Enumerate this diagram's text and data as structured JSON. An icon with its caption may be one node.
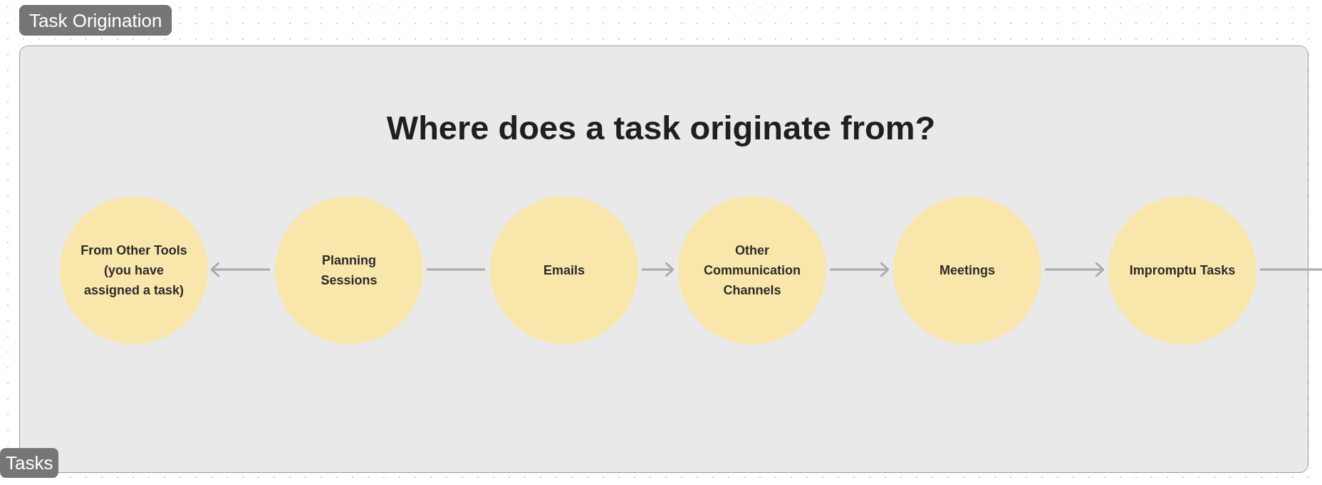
{
  "diagram": {
    "nodes": [
      {
        "text": [
          "Task Origination"
        ]
      },
      {
        "text": [
          "Where does a task originate from?"
        ]
      },
      {
        "text": [
          "From Other Tools (you have assigned a task)"
        ],
        "in": 1
      },
      {
        "text": [
          "Planning Sessions"
        ],
        "in": 1
      },
      {
        "text": [
          "Emails"
        ],
        "in": 1
      },
      {
        "text": [
          "Other Communication Channels"
        ],
        "in": 1
      },
      {
        "text": [
          "Meetings"
        ],
        "in": 1
      },
      {
        "text": [
          "Impromptu Tasks"
        ],
        "in": 1
      }
    ],
    "edges": [
      {
        "from": 3,
        "to": 2,
        "arrow": "to"
      },
      {
        "from": 3,
        "to": 4,
        "arrow": "none"
      },
      {
        "from": 4,
        "to": 5,
        "arrow": "to"
      },
      {
        "from": 5,
        "to": 6,
        "arrow": "to"
      },
      {
        "from": 6,
        "to": 7,
        "arrow": "to"
      },
      {
        "from": 7,
        "to": null,
        "arrow": "none"
      }
    ],
    "labels": [
      "Tasks"
    ]
  }
}
